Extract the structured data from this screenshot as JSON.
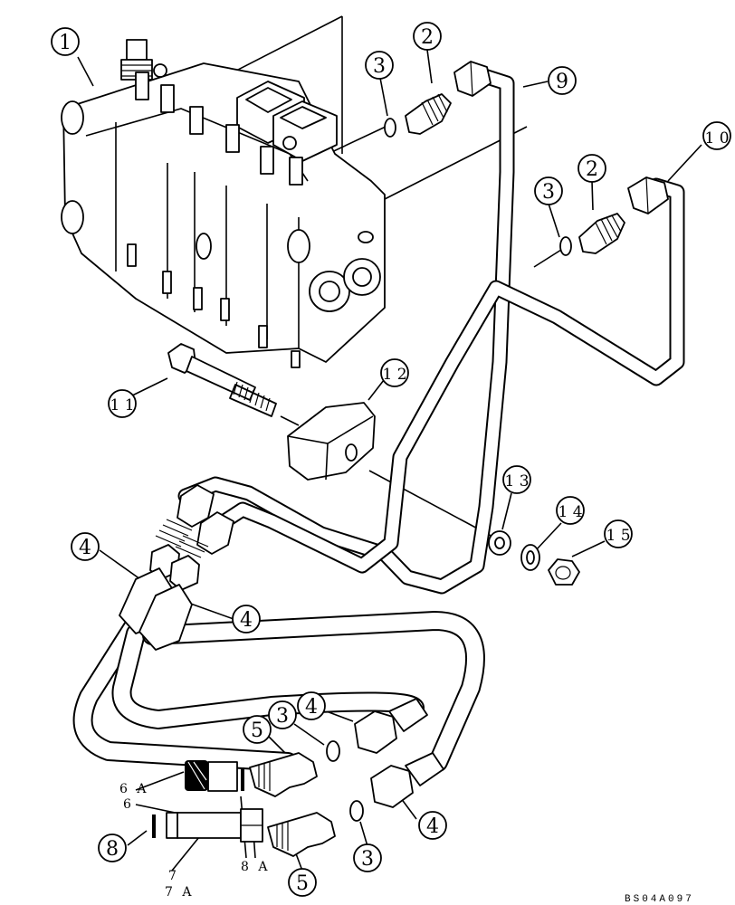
{
  "figure_code": "BS04A097",
  "callouts": [
    {
      "id": "c1",
      "label": "1"
    },
    {
      "id": "c2a",
      "label": "2"
    },
    {
      "id": "c2b",
      "label": "2"
    },
    {
      "id": "c3a",
      "label": "3"
    },
    {
      "id": "c3b",
      "label": "3"
    },
    {
      "id": "c3c",
      "label": "3"
    },
    {
      "id": "c3d",
      "label": "3"
    },
    {
      "id": "c4a",
      "label": "4"
    },
    {
      "id": "c4b",
      "label": "4"
    },
    {
      "id": "c4c",
      "label": "4"
    },
    {
      "id": "c4d",
      "label": "4"
    },
    {
      "id": "c5a",
      "label": "5"
    },
    {
      "id": "c5b",
      "label": "5"
    },
    {
      "id": "c8",
      "label": "8"
    },
    {
      "id": "c9",
      "label": "9"
    },
    {
      "id": "c10",
      "label": "1 0"
    },
    {
      "id": "c11",
      "label": "1 1"
    },
    {
      "id": "c12",
      "label": "1 2"
    },
    {
      "id": "c13",
      "label": "1 3"
    },
    {
      "id": "c14",
      "label": "1 4"
    },
    {
      "id": "c15",
      "label": "1 5"
    }
  ],
  "text_labels": [
    {
      "id": "t6a",
      "label": "6 A"
    },
    {
      "id": "t6",
      "label": "6"
    },
    {
      "id": "t7",
      "label": "7"
    },
    {
      "id": "t7a",
      "label": "7 A"
    },
    {
      "id": "t8a",
      "label": "8 A"
    }
  ]
}
